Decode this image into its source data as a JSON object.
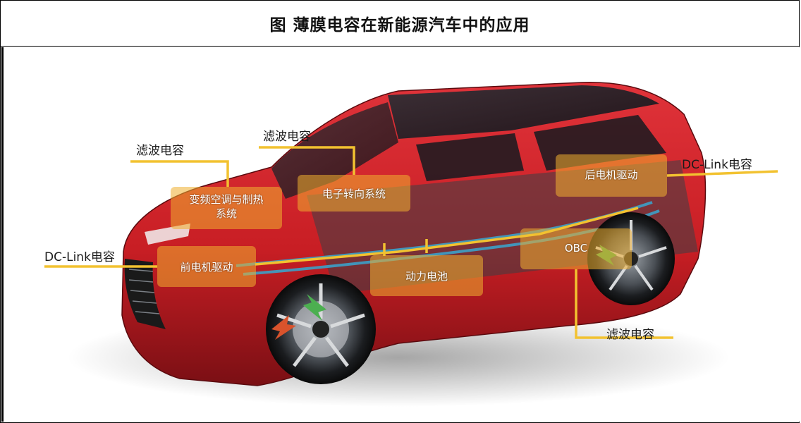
{
  "title": "图  薄膜电容在新能源汽车中的应用",
  "callouts": {
    "filter_cap_top_left": "滤波电容",
    "filter_cap_top_mid": "滤波电容",
    "dc_link_right": "DC-Link电容",
    "dc_link_left": "DC-Link电容",
    "filter_cap_bottom": "滤波电容"
  },
  "components": {
    "ac_heat": "变频空调与制热\n系统",
    "steering": "电子转向系统",
    "rear_motor": "后电机驱动",
    "front_motor": "前电机驱动",
    "battery": "动力电池",
    "obc": "OBC"
  },
  "colors": {
    "leader_line": "#f2c230",
    "highlight_box": "#f0b030",
    "car_body": "#c81e24"
  }
}
